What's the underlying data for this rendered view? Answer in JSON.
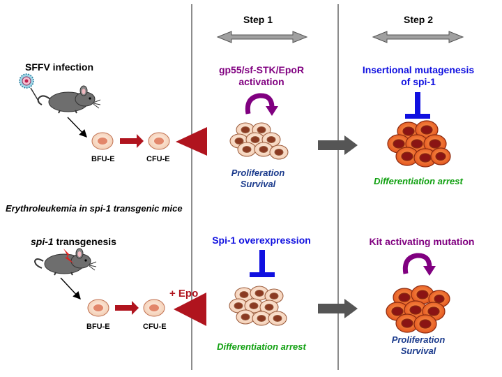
{
  "header": {
    "step1": "Step 1",
    "step2": "Step 2"
  },
  "top_panel": {
    "infection_label": "SFFV infection",
    "bfu_label": "BFU-E",
    "cfu_label": "CFU-E",
    "step1_event_line1": "gp55/sf-STK/EpoR",
    "step1_event_line2": "activation",
    "step1_outcome_line1": "Proliferation",
    "step1_outcome_line2": "Survival",
    "step2_event_line1": "Insertional mutagenesis",
    "step2_event_line2": "of spi-1",
    "step2_outcome": "Differentiation arrest"
  },
  "section_title": "Erythroleukemia in spi-1 transgenic mice",
  "bottom_panel": {
    "transgenesis_italic": "spi-1",
    "transgenesis_rest": " transgenesis",
    "epo_label": "+ Epo",
    "bfu_label": "BFU-E",
    "cfu_label": "CFU-E",
    "step1_event": "Spi-1 overexpression",
    "step1_outcome": "Differentiation arrest",
    "step2_event": "Kit activating mutation",
    "step2_outcome_line1": "Proliferation",
    "step2_outcome_line2": "Survival"
  },
  "colors": {
    "purple": "#800080",
    "blue": "#1010e0",
    "dark_blue": "#1a3a8c",
    "green": "#10a010",
    "dark_red": "#b0141e",
    "orange_cell": "#e8561a",
    "pale_cell": "#f8dcc8",
    "arrow_gray": "#555555"
  }
}
